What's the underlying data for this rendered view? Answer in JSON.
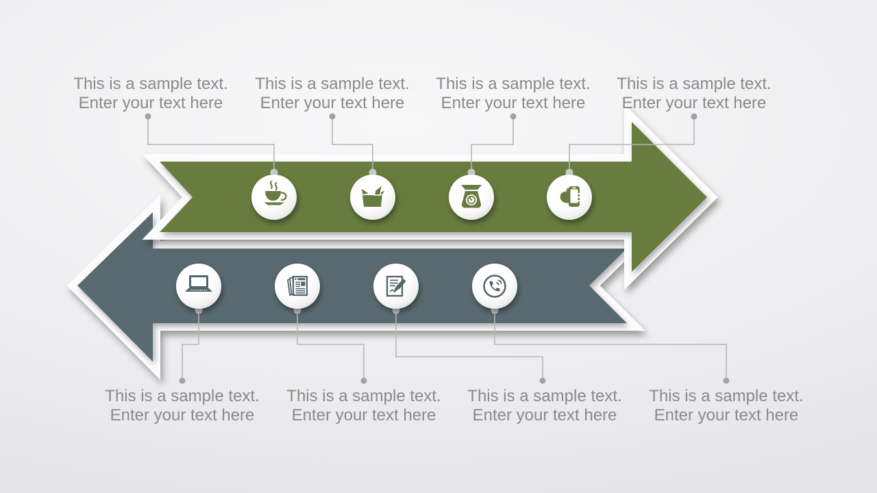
{
  "diagram": {
    "colors": {
      "green_arrow": "#687B41",
      "slate_arrow": "#596B70",
      "label_text": "#8A8A8A",
      "connector_line": "#B6B6B6",
      "connector_dot": "#A2A2A2",
      "circle_fill": "#FFFFFF"
    },
    "labels": {
      "top": [
        {
          "line1": "This is a sample text.",
          "line2": "Enter your text here"
        },
        {
          "line1": "This is a sample text.",
          "line2": "Enter your text here"
        },
        {
          "line1": "This is a sample text.",
          "line2": "Enter your text here"
        },
        {
          "line1": "This is a sample text.",
          "line2": "Enter your text here"
        }
      ],
      "bottom": [
        {
          "line1": "This is a sample text.",
          "line2": "Enter your text here"
        },
        {
          "line1": "This is a sample text.",
          "line2": "Enter your text here"
        },
        {
          "line1": "This is a sample text.",
          "line2": "Enter your text here"
        },
        {
          "line1": "This is a sample text.",
          "line2": "Enter your text here"
        }
      ]
    },
    "icons": {
      "top_row": [
        "coffee-cup",
        "open-box",
        "weight-scale",
        "phone-in-hand"
      ],
      "bottom_row": [
        "laptop",
        "newspaper",
        "edit-document",
        "phone-call"
      ]
    }
  }
}
